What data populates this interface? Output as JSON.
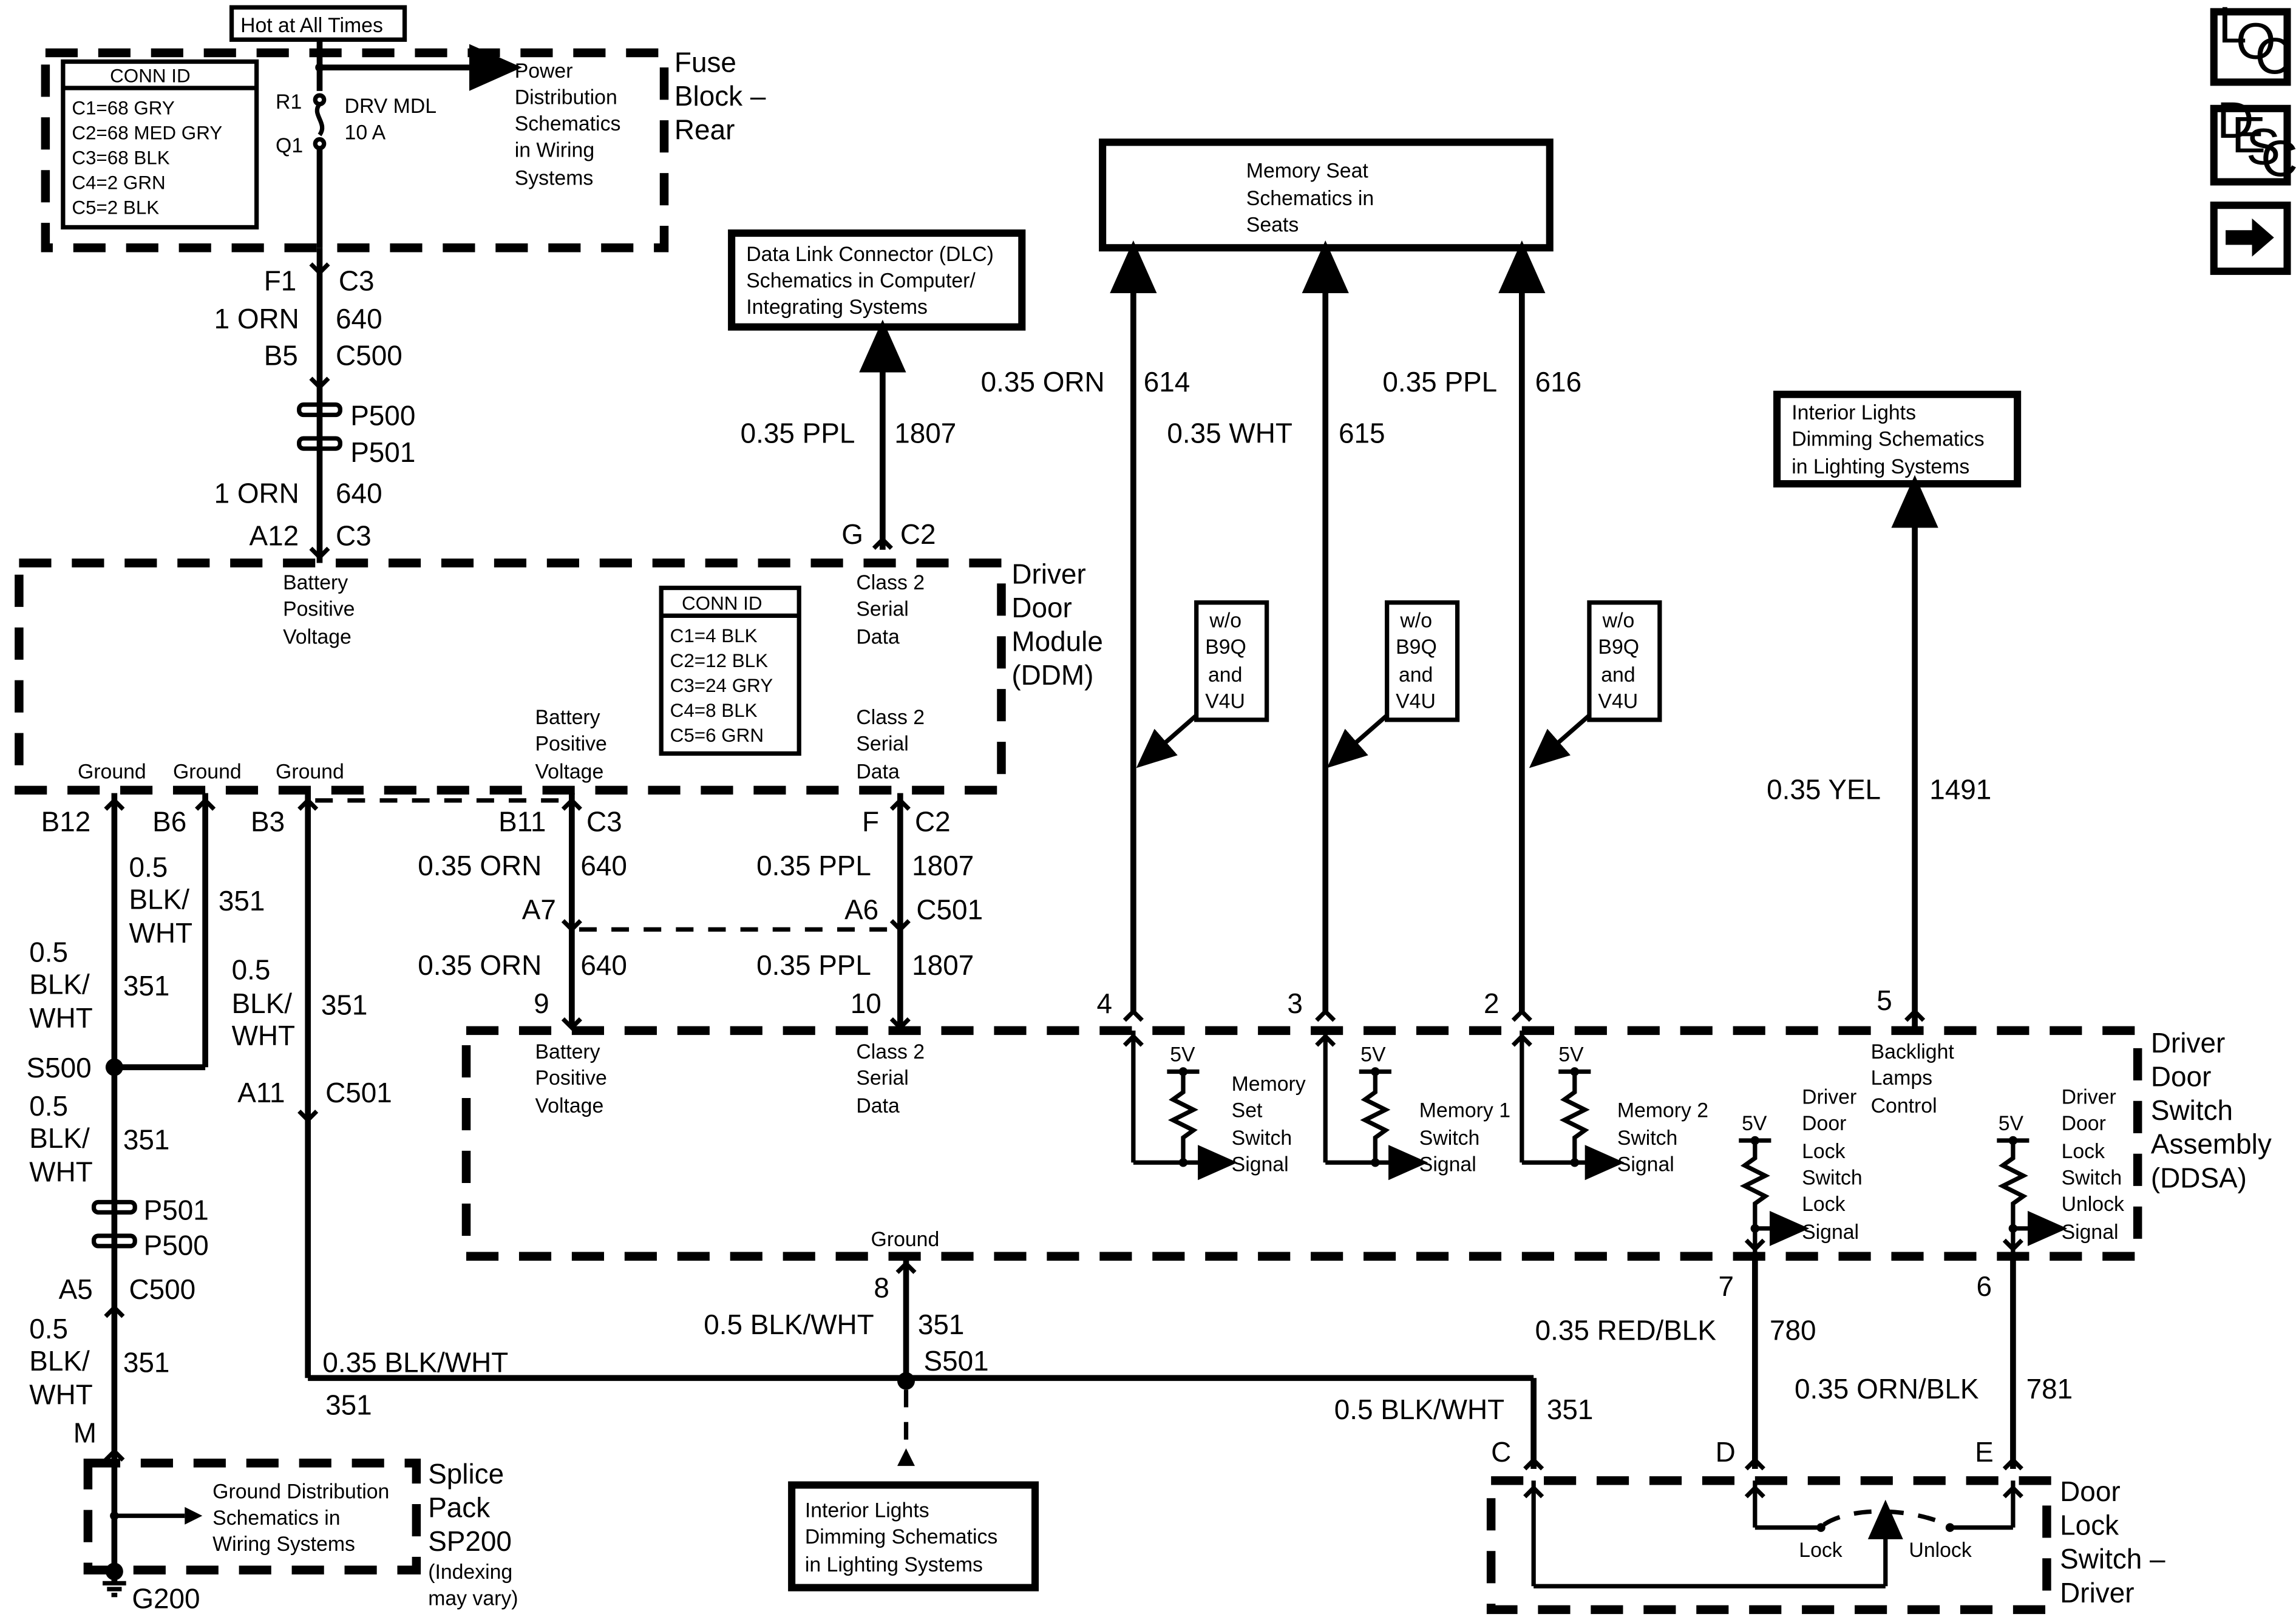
{
  "nav": {
    "loc": "LOC",
    "desc": "DESC",
    "next": "→"
  },
  "top": {
    "hot": "Hot at All Times",
    "fuse_block": [
      "Fuse",
      "Block –",
      "Rear"
    ],
    "conn_id_title": "CONN ID",
    "conn_id": [
      "C1=68 GRY",
      "C2=68 MED GRY",
      "C3=68 BLK",
      "C4=2 GRN",
      "C5=2 BLK"
    ],
    "r1": "R1",
    "q1": "Q1",
    "fuse": [
      "DRV MDL",
      "10 A"
    ],
    "power": [
      "Power",
      "Distribution",
      "Schematics",
      "in Wiring",
      "Systems"
    ]
  },
  "feed": {
    "f1": "F1",
    "c3a": "C3",
    "w1a": "1 ORN",
    "n640a": "640",
    "b5": "B5",
    "c500": "C500",
    "p500": "P500",
    "p501": "P501",
    "w1b": "1 ORN",
    "n640b": "640",
    "a12": "A12",
    "c3b": "C3"
  },
  "ddm": {
    "title": [
      "Driver",
      "Door",
      "Module",
      "(DDM)"
    ],
    "bpv_top": [
      "Battery",
      "Positive",
      "Voltage"
    ],
    "c2sd_top": [
      "Class 2",
      "Serial",
      "Data"
    ],
    "conn_id_title": "CONN ID",
    "conn_id": [
      "C1=4 BLK",
      "C2=12 BLK",
      "C3=24 GRY",
      "C4=8 BLK",
      "C5=6 GRN"
    ],
    "bpv_bot": [
      "Battery",
      "Positive",
      "Voltage"
    ],
    "c2sd_bot": [
      "Class 2",
      "Serial",
      "Data"
    ],
    "grounds": [
      "Ground",
      "Ground",
      "Ground"
    ],
    "g": "G",
    "c2": "C2"
  },
  "dlc": {
    "box": [
      "Data Link Connector (DLC)",
      "Schematics in Computer/",
      "Integrating Systems"
    ],
    "wire": "0.35 PPL",
    "num": "1807"
  },
  "memory": {
    "box": [
      "Memory Seat",
      "Schematics in",
      "Seats"
    ],
    "w614": "0.35 ORN",
    "n614": "614",
    "w615": "0.35 WHT",
    "n615": "615",
    "w616": "0.35 PPL",
    "n616": "616",
    "note": [
      "w/o",
      "B9Q",
      "and",
      "V4U"
    ]
  },
  "interior_top": {
    "box": [
      "Interior Lights",
      "Dimming Schematics",
      "in Lighting Systems"
    ],
    "wire": "0.35 YEL",
    "num": "1491"
  },
  "left": {
    "b12": "B12",
    "b6": "B6",
    "b3": "B3",
    "w05": "0.5",
    "blk": "BLK/",
    "wht": "WHT",
    "n351": "351",
    "s500": "S500",
    "p501": "P501",
    "p500": "P500",
    "a5": "A5",
    "c500": "C500",
    "m": "M",
    "a11": "A11",
    "c501": "C501"
  },
  "mid": {
    "b11": "B11",
    "c3": "C3",
    "w640a": "0.35 ORN",
    "n640a": "640",
    "a7": "A7",
    "w640b": "0.35 ORN",
    "n640b": "640",
    "p9": "9",
    "f": "F",
    "c2": "C2",
    "w1807a": "0.35 PPL",
    "n1807a": "1807",
    "a6": "A6",
    "c501": "C501",
    "w1807b": "0.35 PPL",
    "n1807b": "1807",
    "p10": "10"
  },
  "ddsa": {
    "title": [
      "Driver",
      "Door",
      "Switch",
      "Assembly",
      "(DDSA)"
    ],
    "bpv": [
      "Battery",
      "Positive",
      "Voltage"
    ],
    "c2sd": [
      "Class 2",
      "Serial",
      "Data"
    ],
    "ground": "Ground",
    "pins": [
      "4",
      "3",
      "2",
      "5",
      "7",
      "6",
      "8"
    ],
    "v5": "5V",
    "mem_set": [
      "Memory",
      "Set",
      "Switch",
      "Signal"
    ],
    "mem1": [
      "Memory 1",
      "Switch",
      "Signal"
    ],
    "mem2": [
      "Memory 2",
      "Switch",
      "Signal"
    ],
    "backlight": [
      "Backlight",
      "Lamps",
      "Control"
    ],
    "lock_sig": [
      "Driver",
      "Door",
      "Lock",
      "Switch",
      "Lock",
      "Signal"
    ],
    "unlock_sig": [
      "Driver",
      "Door",
      "Lock",
      "Switch",
      "Unlock",
      "Signal"
    ]
  },
  "bottom": {
    "w351a": "0.5 BLK/WHT",
    "n351a": "351",
    "s501": "S501",
    "w351b": "0.35 BLK/WHT",
    "n351b": "351",
    "w351c": "0.5 BLK/WHT",
    "n351c": "351",
    "w780": "0.35 RED/BLK",
    "n780": "780",
    "w781": "0.35 ORN/BLK",
    "n781": "781",
    "c": "C",
    "d": "D",
    "e": "E",
    "w05": "0.5",
    "blk": "BLK/",
    "wht": "WHT",
    "n351": "351",
    "interior_box": [
      "Interior Lights",
      "Dimming Schematics",
      "in Lighting Systems"
    ],
    "ground_dist": [
      "Ground Distribution",
      "Schematics in",
      "Wiring Systems"
    ],
    "splice": [
      "Splice",
      "Pack",
      "SP200"
    ],
    "indexing": [
      "(Indexing",
      "may vary)"
    ],
    "g200": "G200",
    "door_lock": [
      "Door",
      "Lock",
      "Switch –",
      "Driver"
    ],
    "lock": "Lock",
    "unlock": "Unlock"
  }
}
